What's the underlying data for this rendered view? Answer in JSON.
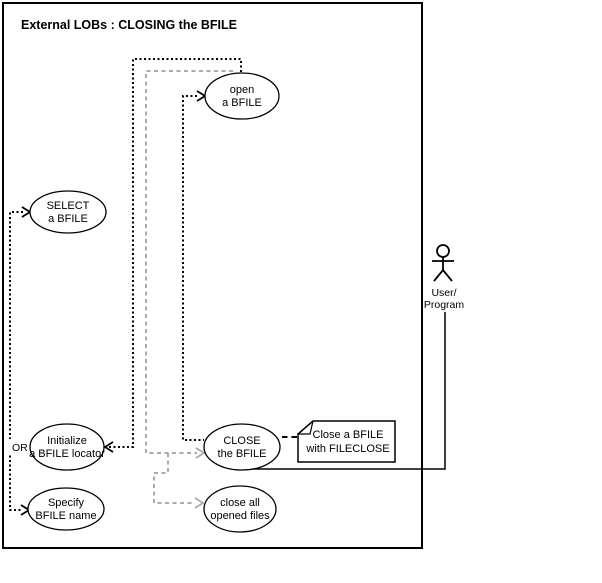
{
  "diagram": {
    "title": "External LOBs : CLOSING the BFILE",
    "colors": {
      "background": "#ffffff",
      "line_black": "#000000",
      "line_gray": "#aaaaaa",
      "shape_fill": "#ffffff"
    },
    "usecases": [
      {
        "id": "open-a-bfile",
        "line1": "open",
        "line2": "a BFILE"
      },
      {
        "id": "select-a-bfile",
        "line1": "SELECT",
        "line2": "a BFILE"
      },
      {
        "id": "initialize-a-bfile-locator",
        "line1": "Initialize",
        "line2": "a BFILE locator"
      },
      {
        "id": "specify-bfile-name",
        "line1": "Specify",
        "line2": "BFILE name"
      },
      {
        "id": "close-the-bfile",
        "line1": "CLOSE",
        "line2": "the BFILE"
      },
      {
        "id": "close-all-opened-files",
        "line1": "close all",
        "line2": "opened files"
      }
    ],
    "or_label": "OR",
    "note": {
      "line1": "Close a BFILE",
      "line2": "with FILECLOSE"
    },
    "actor": {
      "line1": "User/",
      "line2": "Program"
    }
  }
}
